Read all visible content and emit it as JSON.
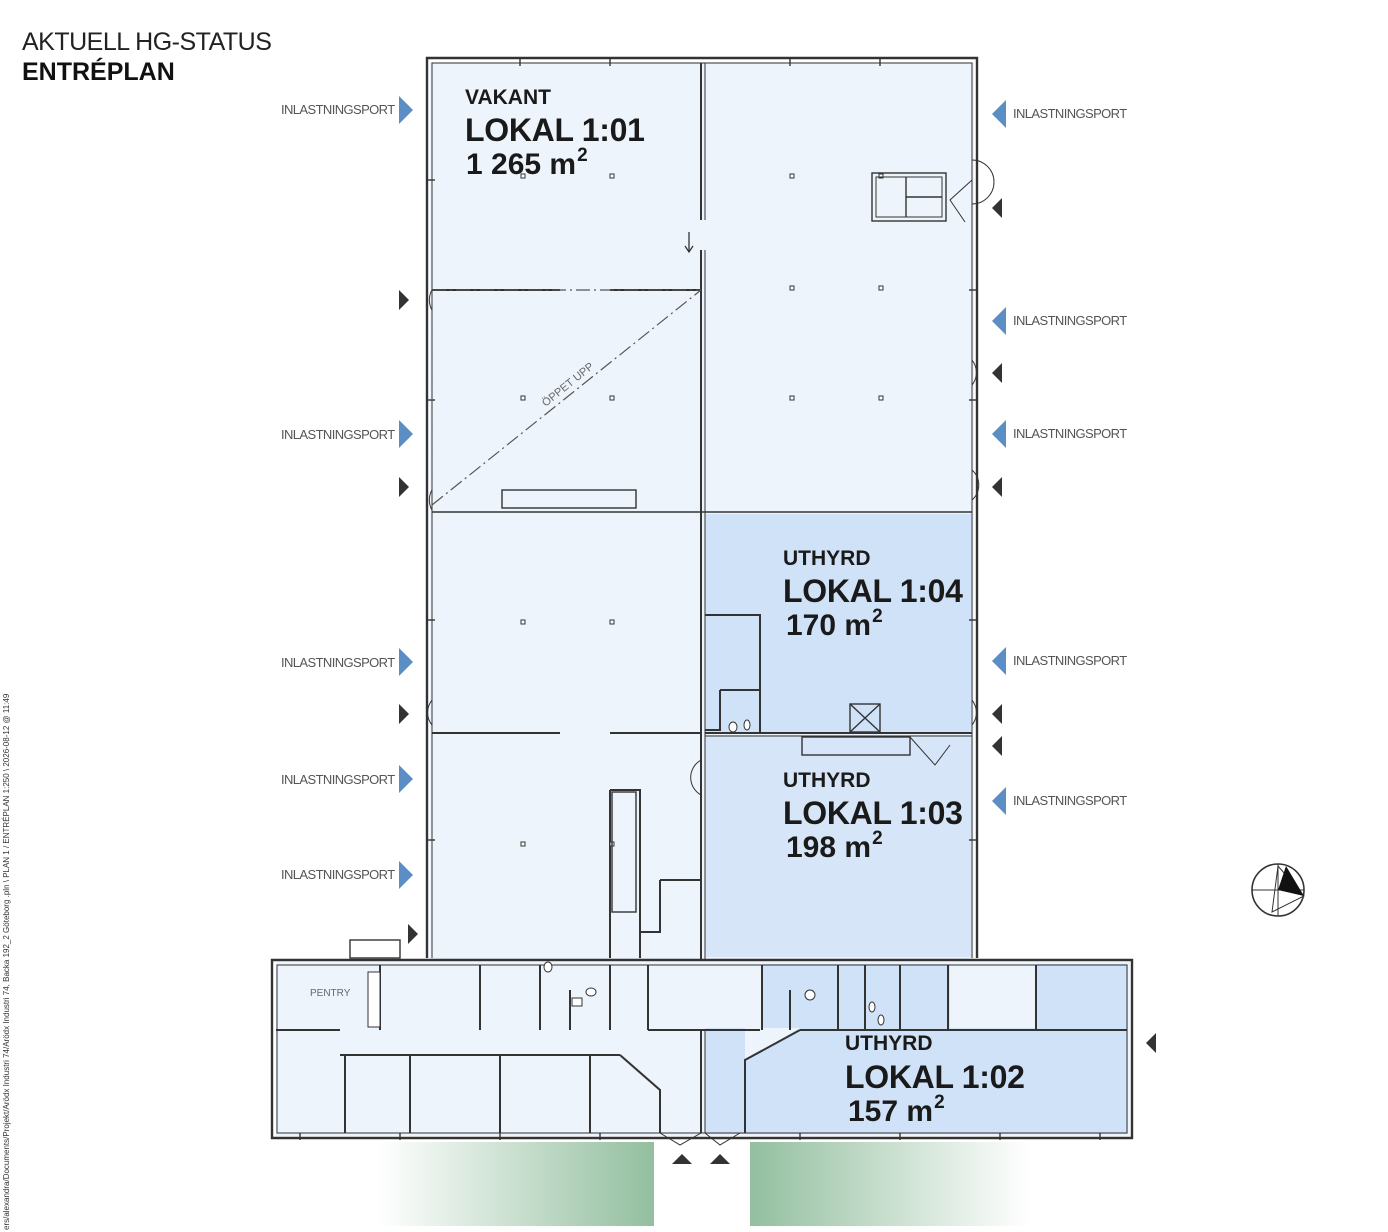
{
  "header": {
    "title": "AKTUELL HG-STATUS",
    "subtitle": "ENTRÉPLAN"
  },
  "colors": {
    "vacant_fill": "#eef4fb",
    "rented_fill": "#cfe2f8",
    "wall": "#333333",
    "port_arrow": "#5b8ec4",
    "door_arrow": "#333333",
    "green": "#9cc3a6"
  },
  "units": [
    {
      "status": "VAKANT",
      "name": "LOKAL 1:01",
      "area_num": "1 265 m",
      "area_sup": "2"
    },
    {
      "status": "UTHYRD",
      "name": "LOKAL 1:04",
      "area_num": "170 m",
      "area_sup": "2"
    },
    {
      "status": "UTHYRD",
      "name": "LOKAL 1:03",
      "area_num": "198 m",
      "area_sup": "2"
    },
    {
      "status": "UTHYRD",
      "name": "LOKAL 1:02",
      "area_num": "157 m",
      "area_sup": "2"
    }
  ],
  "ports": {
    "label": "INLASTNINGSPORT"
  },
  "rooms": {
    "pentry": "PENTRY",
    "opening": "ÖPPET UPP"
  },
  "sidebar_text": "ers/alexandra/Documents/Projekt/Arödx Industri 74/Arödx Industri 74, Backa 192_2 Göteborg .pln \\ PLAN 1 / ENTRÉPLAN 1:250 \\ 2026-08-12 @ 11:49",
  "icons": {
    "compass": "north-arrow-icon",
    "port": "loading-port-arrow-icon",
    "door": "door-arrow-icon"
  }
}
